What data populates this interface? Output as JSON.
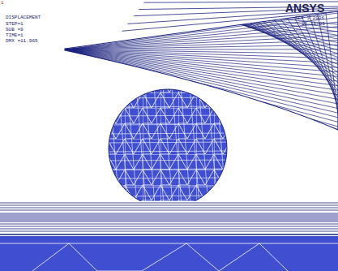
{
  "diagram": {
    "labels": [
      "1",
      "DISPLACEMENT",
      "STEP=1",
      "SUB =9",
      "TIME=1",
      "DMX =11.965",
      "ANSYS",
      "SEP 3 2006",
      "15:25:03"
    ]
  }
}
